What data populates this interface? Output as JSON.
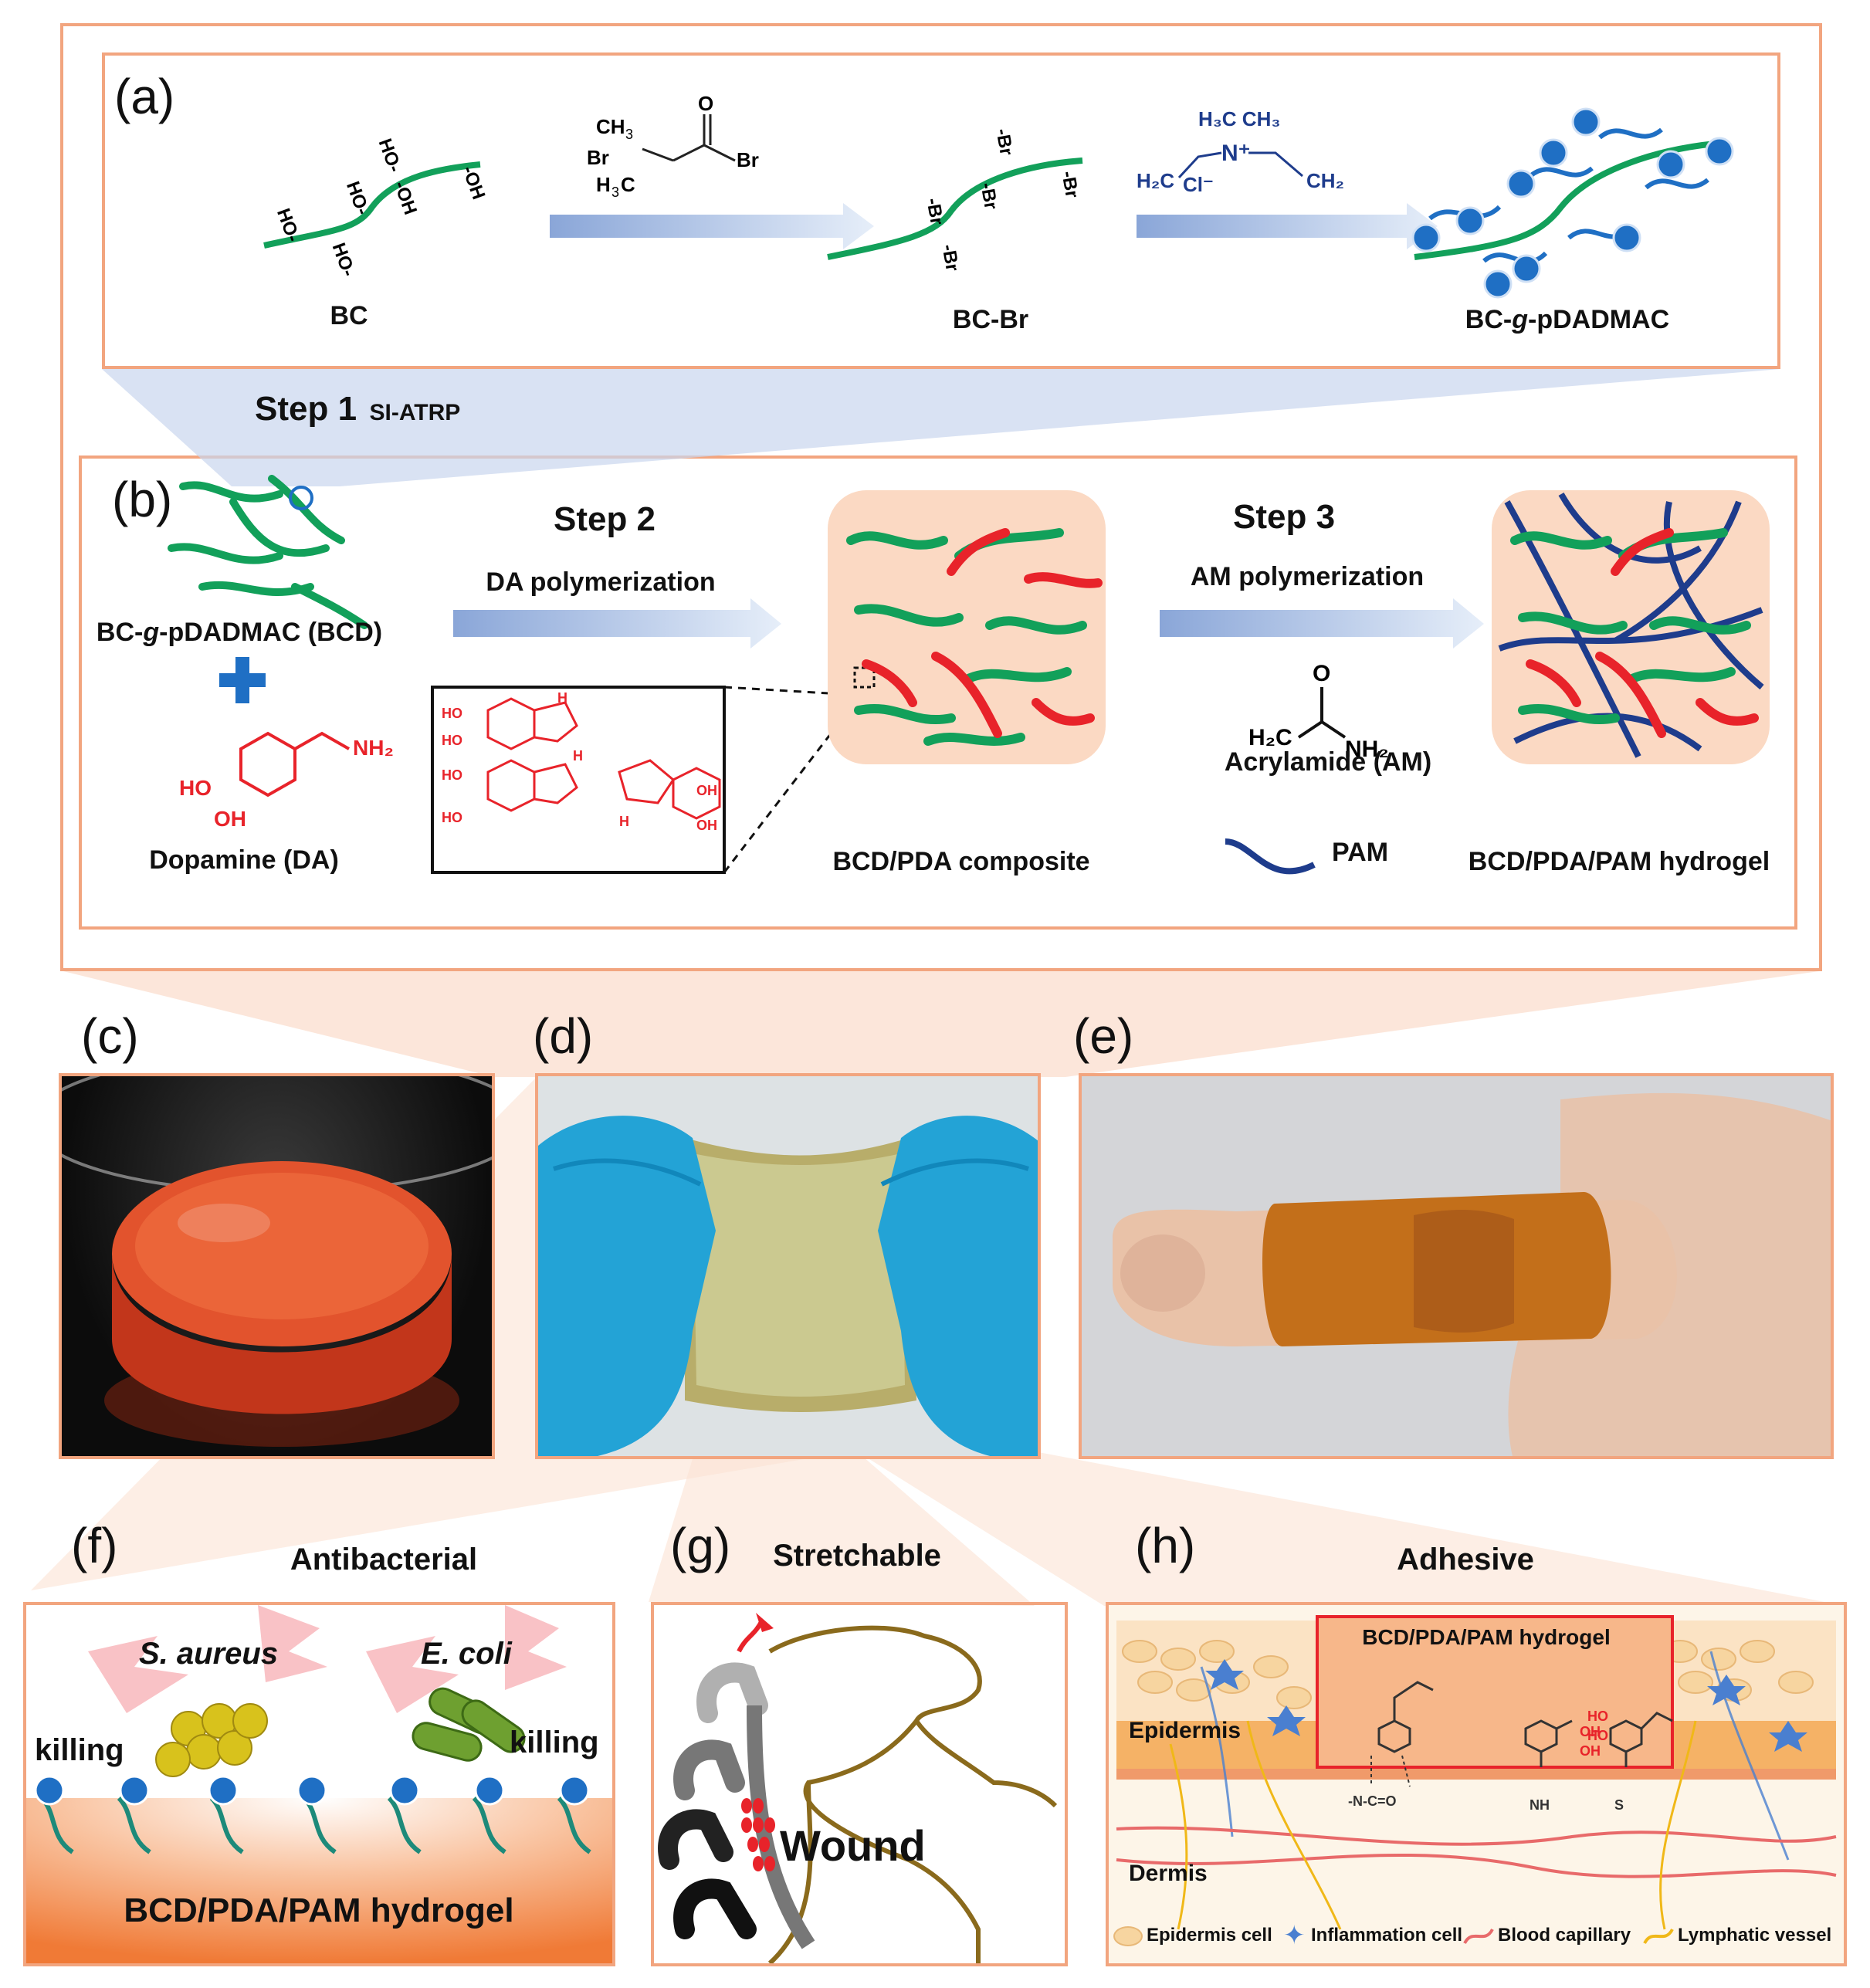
{
  "panels": {
    "a": {
      "letter": "(a)",
      "bc": "BC",
      "bcbr": "BC-Br",
      "bcg_prefix": "BC-",
      "bcg_g": "g",
      "bcg_suffix": "-pDADMAC"
    },
    "step1": {
      "title": "Step 1",
      "sub": "SI-ATRP"
    },
    "b": {
      "letter": "(b)",
      "bcd_prefix": "BC-",
      "bcd_g": "g",
      "bcd_suffix": "-pDADMAC (BCD)",
      "dopamine": "Dopamine (DA)",
      "step2": "Step 2",
      "step2_sub": "DA polymerization",
      "composite": "BCD/PDA composite",
      "step3": "Step 3",
      "step3_sub": "AM polymerization",
      "acrylamide": "Acrylamide (AM)",
      "pam": "PAM",
      "hydrogel": "BCD/PDA/PAM hydrogel"
    },
    "c": {
      "letter": "(c)"
    },
    "d": {
      "letter": "(d)"
    },
    "e": {
      "letter": "(e)"
    },
    "f": {
      "letter": "(f)",
      "title": "Antibacterial",
      "saureus": "S. aureus",
      "ecoli": "E. coli",
      "killing": "killing",
      "hydrogel": "BCD/PDA/PAM hydrogel"
    },
    "g": {
      "letter": "(g)",
      "title": "Stretchable",
      "wound": "Wound"
    },
    "h": {
      "letter": "(h)",
      "title": "Adhesive",
      "hydrogel": "BCD/PDA/PAM hydrogel",
      "epidermis": "Epidermis",
      "dermis": "Dermis"
    }
  },
  "legend": [
    "Epidermis cell",
    "Inflammation cell",
    "Blood capillary",
    "Lymphatic vessel"
  ],
  "colors": {
    "accent": "#f2a57f",
    "green": "#12a05a",
    "red": "#e8232a",
    "navy": "#1e3c8c",
    "blue": "#1f6fc4",
    "peach": "#fbd9c3"
  }
}
